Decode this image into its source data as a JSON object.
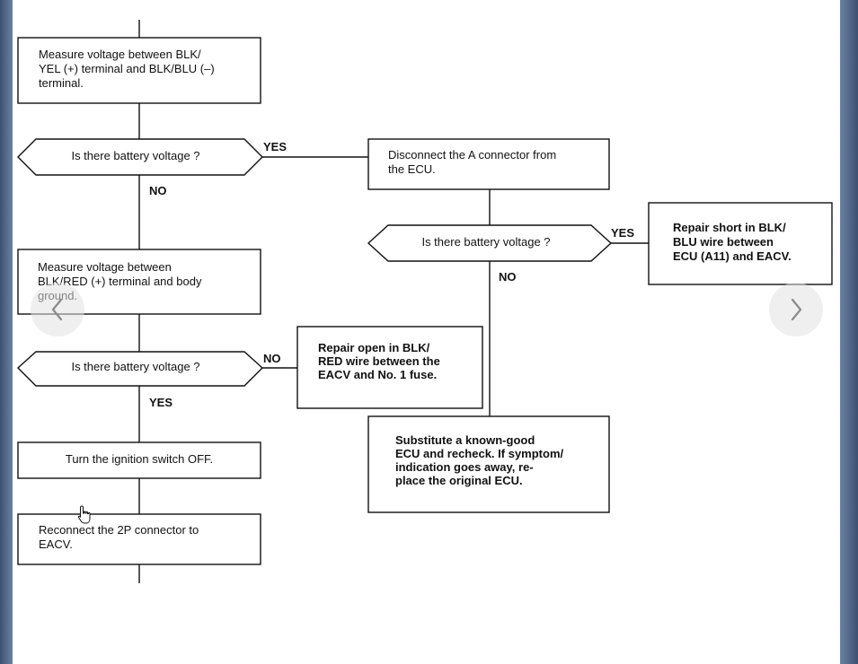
{
  "flowchart": {
    "box_measure_yel_blu": "Measure voltage between BLK/\nYEL (+) terminal and BLK/BLU (–)\nterminal.",
    "decision_1": "Is there battery voltage ?",
    "box_disconnect_a": "Disconnect the A connector from\nthe ECU.",
    "decision_2": "Is there battery voltage ?",
    "box_repair_short": "Repair short in BLK/\nBLU wire between\nECU (A11) and EACV.",
    "box_measure_red_ground": "Measure voltage between\nBLK/RED (+) terminal and body\nground.",
    "decision_3": "Is there battery voltage ?",
    "box_repair_open": "Repair open in BLK/\nRED wire between the\nEACV and No. 1 fuse.",
    "box_substitute_ecu": "Substitute a known-good\nECU and recheck. If symptom/\nindication goes away, re-\nplace the original ECU.",
    "box_ignition_off": "Turn the ignition switch OFF.",
    "box_reconnect_2p": "Reconnect the 2P connector to\nEACV.",
    "label_yes_1": "YES",
    "label_no_1": "NO",
    "label_yes_2": "YES",
    "label_no_2": "NO",
    "label_no_3": "NO",
    "label_yes_3": "YES"
  },
  "viewer": {
    "prev_icon": "chevron-left-icon",
    "next_icon": "chevron-right-icon",
    "cursor_icon": "hand-pointer-icon"
  },
  "colors": {
    "frame": "#5a6f8f",
    "page": "#ffffff",
    "ink": "#111111"
  }
}
